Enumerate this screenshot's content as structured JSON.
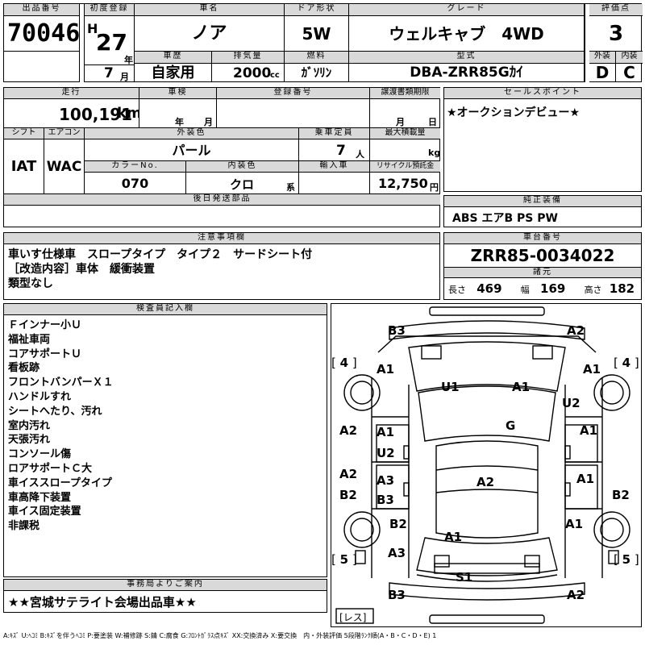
{
  "header": {
    "lot_label": "出品番号",
    "lot_number": "70046",
    "first_reg_label": "初度登録",
    "era": "H",
    "year": "27",
    "year_unit": "年",
    "month": "7",
    "month_unit": "月",
    "name_label": "車名",
    "car_name": "ノア",
    "doors_label": "ドア形状",
    "doors": "5W",
    "grade_label": "グレード",
    "grade": "ウェルキャブ　4WD",
    "score_label": "評価点",
    "score": "3",
    "history_label": "車歴",
    "history": "自家用",
    "displacement_label": "排気量",
    "displacement": "2000",
    "displacement_unit": "cc",
    "fuel_label": "燃料",
    "fuel": "ｶﾞｿﾘﾝ",
    "model_label": "型式",
    "model": "DBA-ZRR85Gｶｲ",
    "exterior_label": "外装",
    "exterior": "D",
    "interior_label": "内装",
    "interior": "C"
  },
  "row2": {
    "mileage_label": "走行",
    "mileage": "100,191",
    "mileage_unit": "km",
    "inspection_label": "車検",
    "insp_year_unit": "年",
    "insp_month_unit": "月",
    "reg_number_label": "登録番号",
    "transfer_label": "譲渡書類期限",
    "transfer_month_unit": "月",
    "transfer_day_unit": "日",
    "shift_label": "シフト",
    "shift": "IAT",
    "ac_label": "エアコン",
    "ac": "WAC",
    "ext_color_label": "外装色",
    "ext_color": "パール",
    "capacity_label": "乗車定員",
    "capacity": "7",
    "capacity_unit": "人",
    "max_load_label": "最大積載量",
    "max_load_unit": "kg",
    "color_no_label": "カラーNo.",
    "color_no": "070",
    "int_color_label": "内装色",
    "int_color": "クロ",
    "int_color_unit": "系",
    "import_label": "輸入車",
    "recycle_label": "リサイクル預託金",
    "recycle": "12,750",
    "recycle_unit": "円",
    "later_parts_label": "後日発送部品"
  },
  "sales_point": {
    "label": "セールスポイント",
    "text": "★オークションデビュー★"
  },
  "genuine": {
    "label": "純正装備",
    "text": "ABS エアB PS PW"
  },
  "notes": {
    "label": "注意事項欄",
    "lines": [
      "車いす仕様車　スロープタイプ　タイプ２　サードシート付",
      "［改造内容］車体　緩衝装置",
      "類型なし"
    ]
  },
  "chassis": {
    "label": "車台番号",
    "number": "ZRR85-0034022",
    "dims_label": "諸元",
    "length_label": "長さ",
    "length": "469",
    "width_label": "幅",
    "width": "169",
    "height_label": "高さ",
    "height": "182"
  },
  "inspector": {
    "label": "検査員記入欄",
    "lines": [
      "Ｆインナー小Ｕ",
      "福祉車両",
      "コアサポートＵ",
      "看板跡",
      "フロントバンパーＸ１",
      "ハンドルすれ",
      "シートへたり、汚れ",
      "室内汚れ",
      "天張汚れ",
      "コンソール傷",
      "ロアサポートＣ大",
      "車イススロープタイプ",
      "車高降下装置",
      "車イス固定装置",
      "非課税"
    ]
  },
  "office": {
    "label": "事務局よりご案内",
    "text": "★★宮城サテライト会場出品車★★"
  },
  "diagram": {
    "marks": [
      "B3",
      "A2",
      "A1",
      "A1",
      "U1",
      "A1",
      "U2",
      "G",
      "A2",
      "A1",
      "A1",
      "U2",
      "A1",
      "A3",
      "A2",
      "A2",
      "B3",
      "B2",
      "B2",
      "B2",
      "A1",
      "A1",
      "A3",
      "S1",
      "B3",
      "A2"
    ],
    "tire_fl": "4",
    "tire_fr": "4",
    "tire_rl": "5",
    "tire_rr": "5",
    "spare": "レス"
  },
  "legend": "A:ｷｽﾞ U:ﾍｺﾐ B:ｷｽﾞを伴うﾍｺﾐ P:要塗装 W:補修跡 S:錆 C:腐食 G:ﾌﾛﾝﾄｶﾞﾗｽ点ｷｽﾞ XX:交換済み X:要交換　内・外装評価 5段階ﾗﾝｸ順(A・B・C・D・E) 1"
}
